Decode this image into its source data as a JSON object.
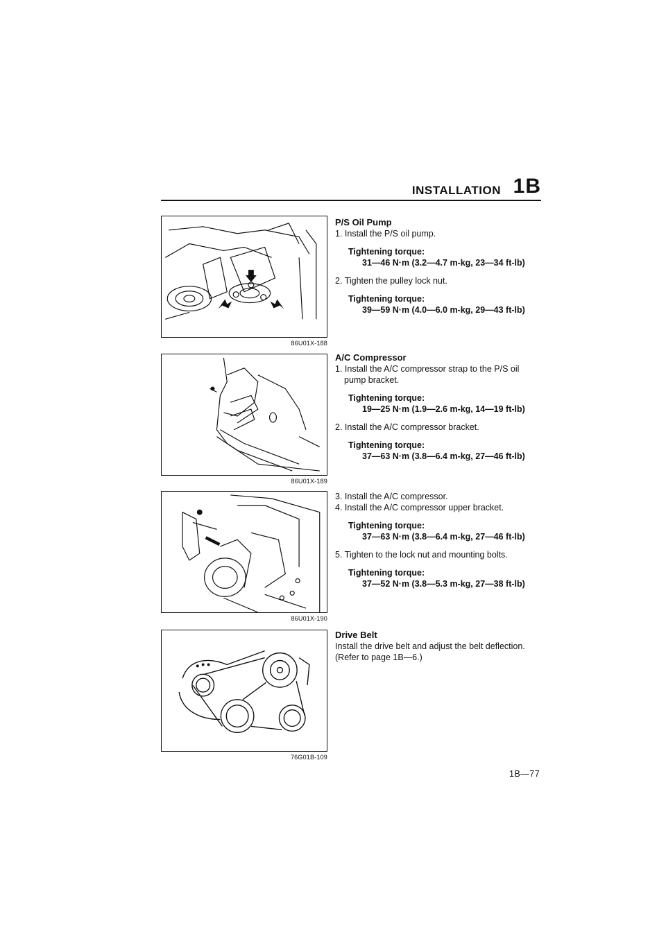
{
  "header": {
    "title": "INSTALLATION",
    "section": "1B"
  },
  "figures": [
    {
      "code": "86U01X-188"
    },
    {
      "code": "86U01X-189"
    },
    {
      "code": "86U01X-190"
    },
    {
      "code": "76G01B-109"
    }
  ],
  "ps_pump": {
    "heading": "P/S Oil Pump",
    "step1": "1. Install the P/S oil pump.",
    "tq1_label": "Tightening torque:",
    "tq1_value": "31—46 N·m (3.2—4.7 m-kg, 23—34 ft-lb)",
    "step2": "2. Tighten the pulley lock nut.",
    "tq2_label": "Tightening torque:",
    "tq2_value": "39—59 N·m (4.0—6.0 m-kg, 29—43 ft-lb)"
  },
  "ac_compressor": {
    "heading": "A/C Compressor",
    "step1": "1. Install the A/C compressor strap to the P/S oil pump bracket.",
    "tq1_label": "Tightening torque:",
    "tq1_value": "19—25 N·m (1.9—2.6 m-kg, 14—19 ft-lb)",
    "step2": "2. Install the A/C compressor bracket.",
    "tq2_label": "Tightening torque:",
    "tq2_value": "37—63 N·m (3.8—6.4 m-kg, 27—46 ft-lb)",
    "step3": "3. Install the A/C compressor.",
    "step4": "4. Install the A/C compressor upper bracket.",
    "tq3_label": "Tightening torque:",
    "tq3_value": "37—63 N·m (3.8—6.4 m-kg, 27—46 ft-lb)",
    "step5": "5. Tighten to the lock nut and mounting bolts.",
    "tq4_label": "Tightening torque:",
    "tq4_value": "37—52 N·m (3.8—5.3 m-kg, 27—38 ft-lb)"
  },
  "drive_belt": {
    "heading": "Drive Belt",
    "text": "Install the drive belt and adjust the belt deflection. (Refer to page 1B—6.)"
  },
  "page_number": "1B—77"
}
